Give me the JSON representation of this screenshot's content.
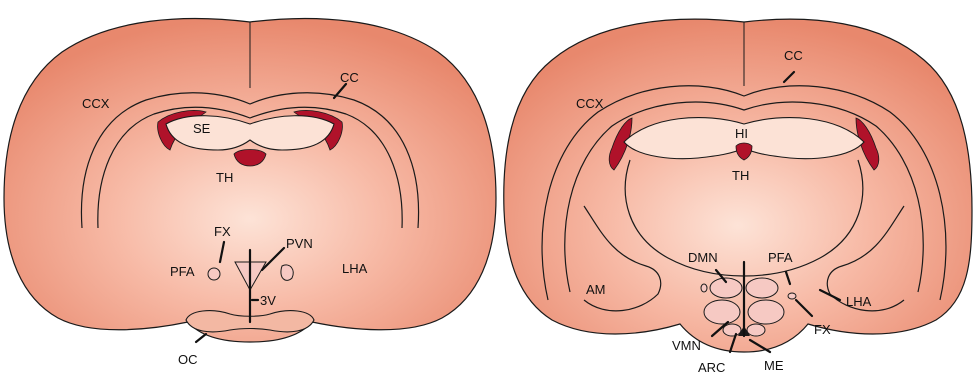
{
  "colors": {
    "tissue_light": "#fbd7c9",
    "tissue_mid": "#f3a48f",
    "tissue_dark": "#e58468",
    "ventricle": "#b0122a",
    "nucleus_fill": "#f6c9c3",
    "outline": "#1a1a1a"
  },
  "left_section": {
    "labels": {
      "ccx": "CCX",
      "cc": "CC",
      "se": "SE",
      "th": "TH",
      "fx": "FX",
      "pvn": "PVN",
      "pfa": "PFA",
      "lha": "LHA",
      "third_ventricle": "3V",
      "oc": "OC"
    }
  },
  "right_section": {
    "labels": {
      "cc": "CC",
      "ccx": "CCX",
      "hi": "HI",
      "th": "TH",
      "dmn": "DMN",
      "pfa": "PFA",
      "am": "AM",
      "lha": "LHA",
      "fx": "FX",
      "vmn": "VMN",
      "arc": "ARC",
      "me": "ME"
    }
  }
}
